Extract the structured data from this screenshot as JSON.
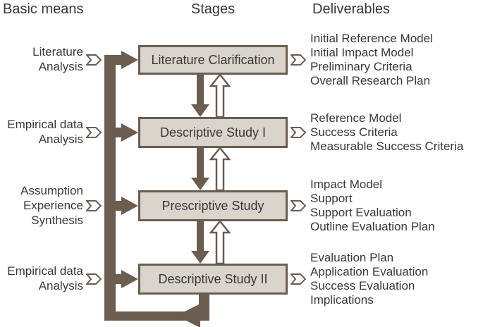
{
  "headers": {
    "basic_means": "Basic means",
    "stages": "Stages",
    "deliverables": "Deliverables"
  },
  "rows": [
    {
      "means": [
        "Literature",
        "Analysis"
      ],
      "stage": "Literature Clarification",
      "deliverables": [
        "Initial Reference Model",
        "Initial Impact Model",
        "Preliminary Criteria",
        "Overall Research Plan"
      ]
    },
    {
      "means": [
        "Empirical data",
        "Analysis"
      ],
      "stage": "Descriptive Study I",
      "deliverables": [
        "Reference Model",
        "Success Criteria",
        "Measurable Success Criteria"
      ]
    },
    {
      "means": [
        "Assumption",
        "Experience",
        "Synthesis"
      ],
      "stage": "Prescriptive Study",
      "deliverables": [
        "Impact Model",
        "Support",
        "Support Evaluation",
        "Outline Evaluation Plan"
      ]
    },
    {
      "means": [
        "Empirical data",
        "Analysis"
      ],
      "stage": "Descriptive Study II",
      "deliverables": [
        "Evaluation Plan",
        "Application Evaluation",
        "Success Evaluation",
        "Implications"
      ]
    }
  ],
  "icons": {
    "means_to_stage": "chevron-right-icon",
    "stage_to_deliverables": "chevron-right-icon",
    "stage_forward": "filled-down-arrow-icon",
    "stage_iteration": "outlined-up-arrow-icon",
    "feedback_loop": "left-arrow-icon"
  },
  "colors": {
    "arrow_brown": "#6b5d50",
    "box_fill": "#d9d4cc",
    "box_border": "#6b5d50",
    "text": "#383838",
    "background": "#ffffff"
  }
}
